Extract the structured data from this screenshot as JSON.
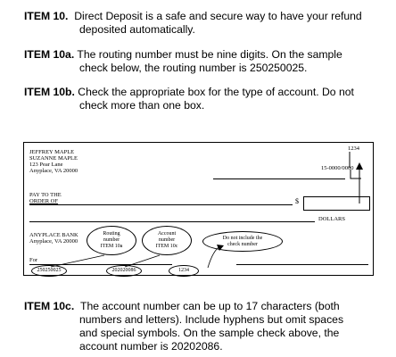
{
  "item10": {
    "label": "ITEM 10.",
    "line1": "Direct Deposit is a safe and secure way to have your refund",
    "line2": "deposited automatically."
  },
  "item10a": {
    "label": "ITEM 10a.",
    "line1": "The routing number must be nine digits. On the sample",
    "line2": "check below, the routing number is 250250025."
  },
  "item10b": {
    "label": "ITEM 10b.",
    "line1": "Check the appropriate box for the type of account. Do not",
    "line2": "check more than one box."
  },
  "check": {
    "name1": "JEFFREY MAPLE",
    "name2": "SUZANNE MAPLE",
    "address1": "123 Pear Lane",
    "address2": "Anyplace, VA 20000",
    "check_number": "1234",
    "fraction": "15-0000/0000",
    "pay_to_line1": "PAY TO THE",
    "pay_to_line2": "ORDER OF",
    "dollar_sign": "$",
    "dollars": "DOLLARS",
    "bank_name": "ANYPLACE BANK",
    "bank_address": "Anyplace, VA 20000",
    "for": "For",
    "routing_callout": [
      "Routing",
      "number",
      "ITEM 10a"
    ],
    "account_callout": [
      "Account",
      "number",
      "ITEM 10c"
    ],
    "no_include_callout": [
      "Do not include the",
      "check number"
    ],
    "micr_routing": "250250025",
    "micr_account": "202020086",
    "micr_check": "1234"
  },
  "item10c": {
    "label": "ITEM 10c.",
    "line1": "The account number can be up to 17 characters (both",
    "line2": "numbers and letters). Include hyphens but omit spaces",
    "line3": "and special symbols. On the sample check above, the",
    "line4": "account number is 20202086."
  }
}
